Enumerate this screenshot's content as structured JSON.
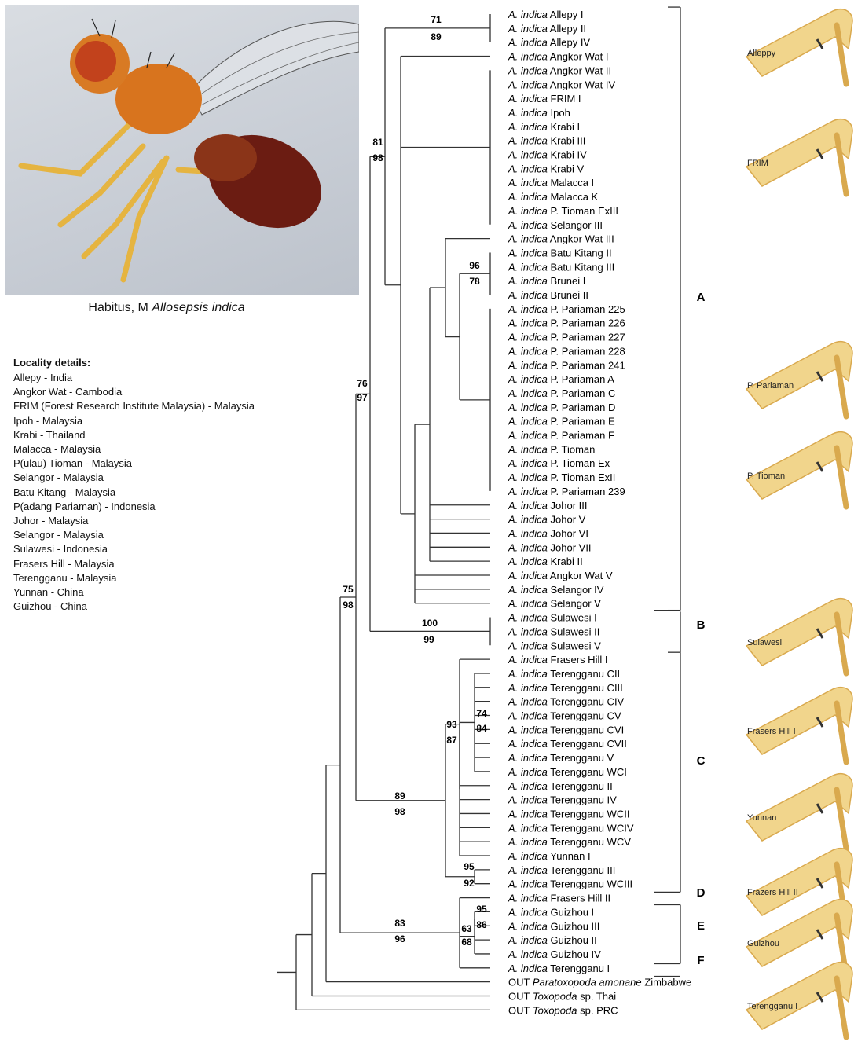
{
  "photo": {
    "caption_prefix": "Habitus, M ",
    "caption_species": "Allosepsis indica"
  },
  "locality": {
    "title": "Locality details:",
    "items": [
      "Allepy - India",
      "Angkor Wat - Cambodia",
      "FRIM (Forest Research Institute Malaysia) - Malaysia",
      "Ipoh - Malaysia",
      "Krabi - Thailand",
      "Malacca - Malaysia",
      "P(ulau) Tioman - Malaysia",
      "Selangor - Malaysia",
      "Batu Kitang - Malaysia",
      "P(adang Pariaman) - Indonesia",
      "Johor - Malaysia",
      "Selangor - Malaysia",
      "Sulawesi - Indonesia",
      "Frasers Hill - Malaysia",
      "Terengganu - Malaysia",
      "Yunnan - China",
      "Guizhou - China"
    ]
  },
  "tree": {
    "taxa": [
      {
        "p": "A.",
        "g": "indica",
        "s": "Allepy I"
      },
      {
        "p": "A.",
        "g": "indica",
        "s": "Allepy II"
      },
      {
        "p": "A.",
        "g": "indica",
        "s": "Allepy IV"
      },
      {
        "p": "A.",
        "g": "indica",
        "s": "Angkor Wat I"
      },
      {
        "p": "A.",
        "g": "indica",
        "s": "Angkor Wat II"
      },
      {
        "p": "A.",
        "g": "indica",
        "s": "Angkor Wat IV"
      },
      {
        "p": "A.",
        "g": "indica",
        "s": "FRIM I"
      },
      {
        "p": "A.",
        "g": "indica",
        "s": "Ipoh"
      },
      {
        "p": "A.",
        "g": "indica",
        "s": "Krabi I"
      },
      {
        "p": "A.",
        "g": "indica",
        "s": "Krabi III"
      },
      {
        "p": "A.",
        "g": "indica",
        "s": "Krabi IV"
      },
      {
        "p": "A.",
        "g": "indica",
        "s": "Krabi V"
      },
      {
        "p": "A.",
        "g": "indica",
        "s": "Malacca I"
      },
      {
        "p": "A.",
        "g": "indica",
        "s": "Malacca K"
      },
      {
        "p": "A.",
        "g": "indica",
        "s": "P. Tioman ExIII"
      },
      {
        "p": "A.",
        "g": "indica",
        "s": "Selangor III"
      },
      {
        "p": "A.",
        "g": "indica",
        "s": "Angkor Wat III"
      },
      {
        "p": "A.",
        "g": "indica",
        "s": "Batu Kitang II"
      },
      {
        "p": "A.",
        "g": "indica",
        "s": "Batu Kitang III"
      },
      {
        "p": "A.",
        "g": "indica",
        "s": "Brunei I"
      },
      {
        "p": "A.",
        "g": "indica",
        "s": "Brunei II"
      },
      {
        "p": "A.",
        "g": "indica",
        "s": "P. Pariaman 225"
      },
      {
        "p": "A.",
        "g": "indica",
        "s": "P. Pariaman 226"
      },
      {
        "p": "A.",
        "g": "indica",
        "s": "P. Pariaman 227"
      },
      {
        "p": "A.",
        "g": "indica",
        "s": "P. Pariaman 228"
      },
      {
        "p": "A.",
        "g": "indica",
        "s": "P. Pariaman 241"
      },
      {
        "p": "A.",
        "g": "indica",
        "s": "P. Pariaman A"
      },
      {
        "p": "A.",
        "g": "indica",
        "s": "P. Pariaman C"
      },
      {
        "p": "A.",
        "g": "indica",
        "s": "P. Pariaman D"
      },
      {
        "p": "A.",
        "g": "indica",
        "s": "P. Pariaman E"
      },
      {
        "p": "A.",
        "g": "indica",
        "s": "P. Pariaman F"
      },
      {
        "p": "A.",
        "g": "indica",
        "s": "P. Tioman"
      },
      {
        "p": "A.",
        "g": "indica",
        "s": "P. Tioman Ex"
      },
      {
        "p": "A.",
        "g": "indica",
        "s": "P. Tioman ExII"
      },
      {
        "p": "A.",
        "g": "indica",
        "s": "P. Pariaman 239"
      },
      {
        "p": "A.",
        "g": "indica",
        "s": "Johor III"
      },
      {
        "p": "A.",
        "g": "indica",
        "s": "Johor V"
      },
      {
        "p": "A.",
        "g": "indica",
        "s": "Johor VI"
      },
      {
        "p": "A.",
        "g": "indica",
        "s": "Johor VII"
      },
      {
        "p": "A.",
        "g": "indica",
        "s": "Krabi II"
      },
      {
        "p": "A.",
        "g": "indica",
        "s": "Angkor Wat V"
      },
      {
        "p": "A.",
        "g": "indica",
        "s": "Selangor IV"
      },
      {
        "p": "A.",
        "g": "indica",
        "s": "Selangor V"
      },
      {
        "p": "A.",
        "g": "indica",
        "s": "Sulawesi I"
      },
      {
        "p": "A.",
        "g": "indica",
        "s": "Sulawesi II"
      },
      {
        "p": "A.",
        "g": "indica",
        "s": "Sulawesi V"
      },
      {
        "p": "A.",
        "g": "indica",
        "s": "Frasers Hill I"
      },
      {
        "p": "A.",
        "g": "indica",
        "s": "Terengganu CII"
      },
      {
        "p": "A.",
        "g": "indica",
        "s": "Terengganu CIII"
      },
      {
        "p": "A.",
        "g": "indica",
        "s": "Terengganu CIV"
      },
      {
        "p": "A.",
        "g": "indica",
        "s": "Terengganu CV"
      },
      {
        "p": "A.",
        "g": "indica",
        "s": "Terengganu CVI"
      },
      {
        "p": "A.",
        "g": "indica",
        "s": "Terengganu CVII"
      },
      {
        "p": "A.",
        "g": "indica",
        "s": "Terengganu V"
      },
      {
        "p": "A.",
        "g": "indica",
        "s": "Terengganu WCI"
      },
      {
        "p": "A.",
        "g": "indica",
        "s": "Terengganu II"
      },
      {
        "p": "A.",
        "g": "indica",
        "s": "Terengganu IV"
      },
      {
        "p": "A.",
        "g": "indica",
        "s": "Terengganu WCII"
      },
      {
        "p": "A.",
        "g": "indica",
        "s": "Terengganu WCIV"
      },
      {
        "p": "A.",
        "g": "indica",
        "s": "Terengganu WCV"
      },
      {
        "p": "A.",
        "g": "indica",
        "s": "Yunnan I"
      },
      {
        "p": "A.",
        "g": "indica",
        "s": "Terengganu III"
      },
      {
        "p": "A.",
        "g": "indica",
        "s": "Terengganu WCIII"
      },
      {
        "p": "A.",
        "g": "indica",
        "s": "Frasers Hill II"
      },
      {
        "p": "A.",
        "g": "indica",
        "s": "Guizhou I"
      },
      {
        "p": "A.",
        "g": "indica",
        "s": "Guizhou III"
      },
      {
        "p": "A.",
        "g": "indica",
        "s": "Guizhou II"
      },
      {
        "p": "A.",
        "g": "indica",
        "s": "Guizhou IV"
      },
      {
        "p": "A.",
        "g": "indica",
        "s": "Terengganu I"
      },
      {
        "p": "OUT",
        "g": "Paratoxopoda amonane",
        "s": "Zimbabwe"
      },
      {
        "p": "OUT",
        "g": "Toxopoda",
        "s": "sp. Thai"
      },
      {
        "p": "OUT",
        "g": "Toxopoda",
        "s": "sp. PRC"
      }
    ],
    "support": [
      {
        "top": "71",
        "bottom": "89"
      },
      {
        "top": "81",
        "bottom": "98"
      },
      {
        "top": "96",
        "bottom": "78"
      },
      {
        "top": "76",
        "bottom": "97"
      },
      {
        "top": "75",
        "bottom": "98"
      },
      {
        "top": "100",
        "bottom": "99"
      },
      {
        "top": "93",
        "bottom": "87"
      },
      {
        "top": "74",
        "bottom": "84"
      },
      {
        "top": "89",
        "bottom": "98"
      },
      {
        "top": "95",
        "bottom": "92"
      },
      {
        "top": "83",
        "bottom": "96"
      },
      {
        "top": "95",
        "bottom": "86"
      },
      {
        "top": "63",
        "bottom": "68"
      }
    ],
    "clades": [
      "A",
      "B",
      "C",
      "D",
      "E",
      "F"
    ]
  },
  "legs": [
    {
      "label": "Alleppy"
    },
    {
      "label": "FRIM"
    },
    {
      "label": "P. Pariaman"
    },
    {
      "label": "P. Tioman"
    },
    {
      "label": "Sulawesi"
    },
    {
      "label": "Frasers Hill I"
    },
    {
      "label": "Yunnan"
    },
    {
      "label": "Frazers Hill II"
    },
    {
      "label": "Guizhou"
    },
    {
      "label": "Terengganu I"
    }
  ],
  "colors": {
    "leg_light": "#f1d58c",
    "leg_dark": "#d9a94e",
    "fly_orange": "#d8741e",
    "fly_dark": "#6b1c12"
  }
}
